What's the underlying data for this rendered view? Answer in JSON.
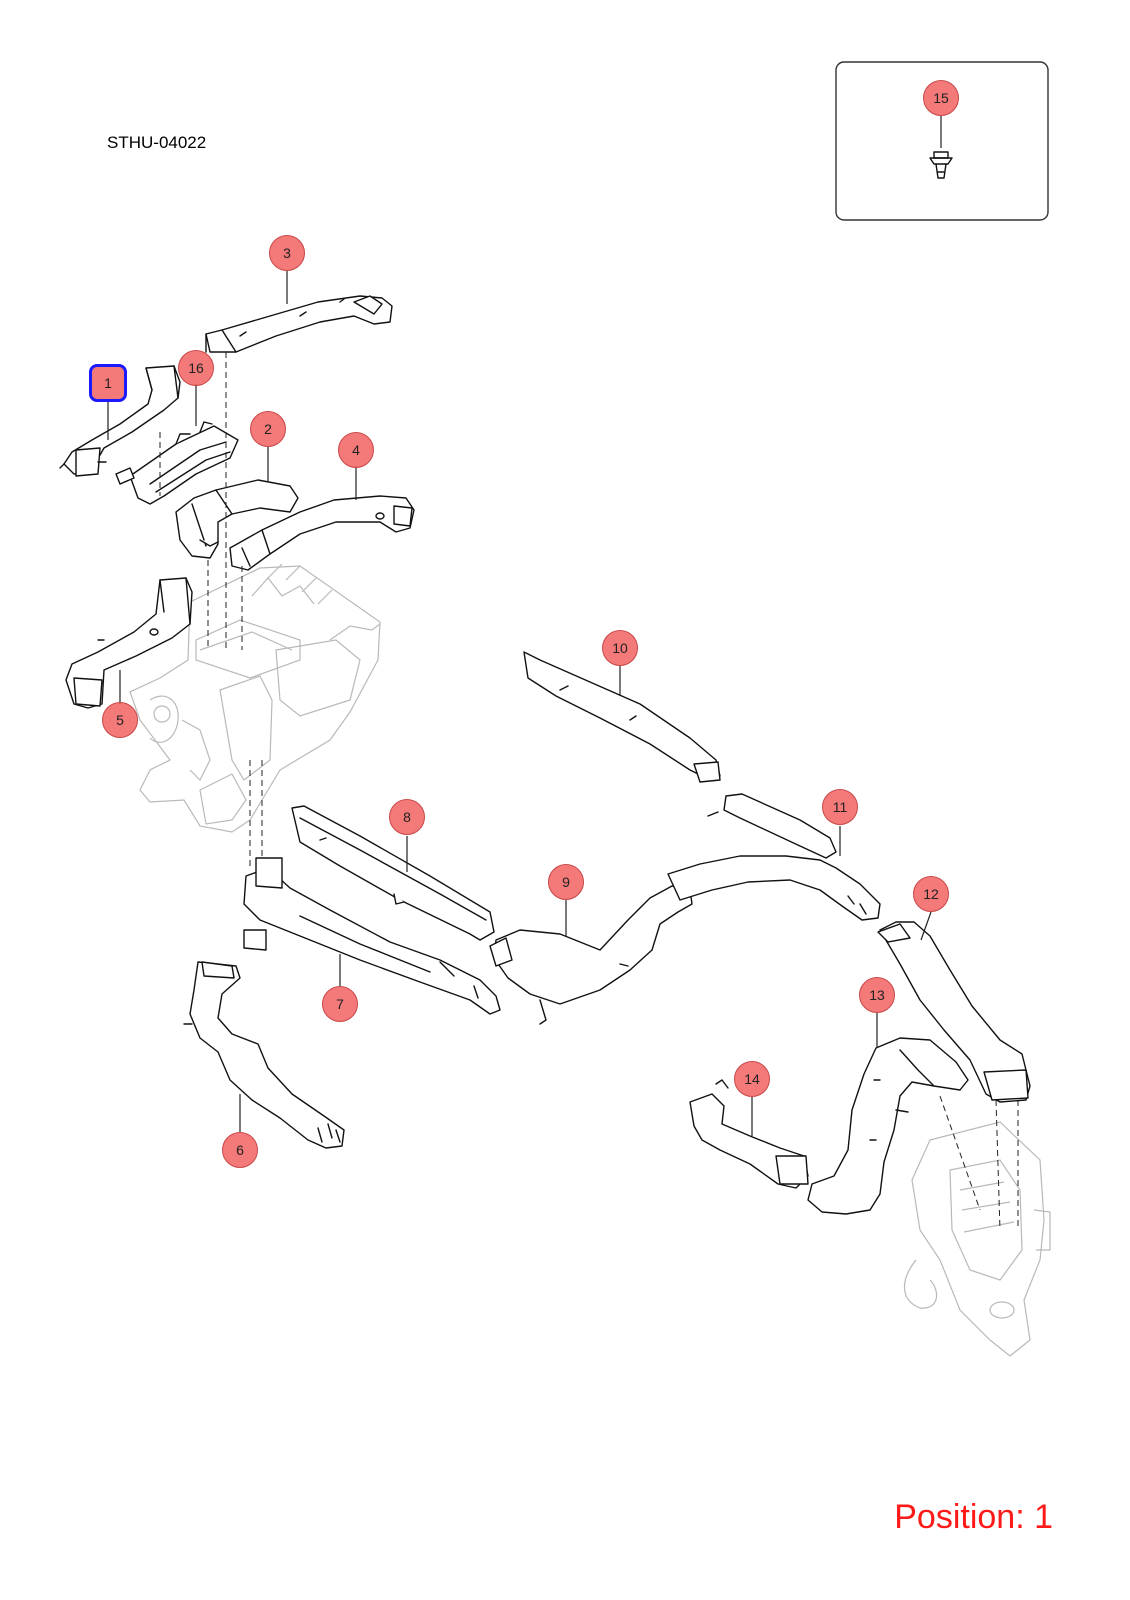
{
  "header": {
    "ref_code": "STHU-04022"
  },
  "footer": {
    "position_label": "Position: 1"
  },
  "selected_part": "1",
  "colors": {
    "callout_fill": "#f25c5c",
    "selected_outline": "#1a1aff",
    "position_text": "#ff1a1a"
  },
  "callouts": {
    "c1": "1",
    "c2": "2",
    "c3": "3",
    "c4": "4",
    "c5": "5",
    "c6": "6",
    "c7": "7",
    "c8": "8",
    "c9": "9",
    "c10": "10",
    "c11": "11",
    "c12": "12",
    "c13": "13",
    "c14": "14",
    "c15": "15",
    "c16": "16"
  }
}
